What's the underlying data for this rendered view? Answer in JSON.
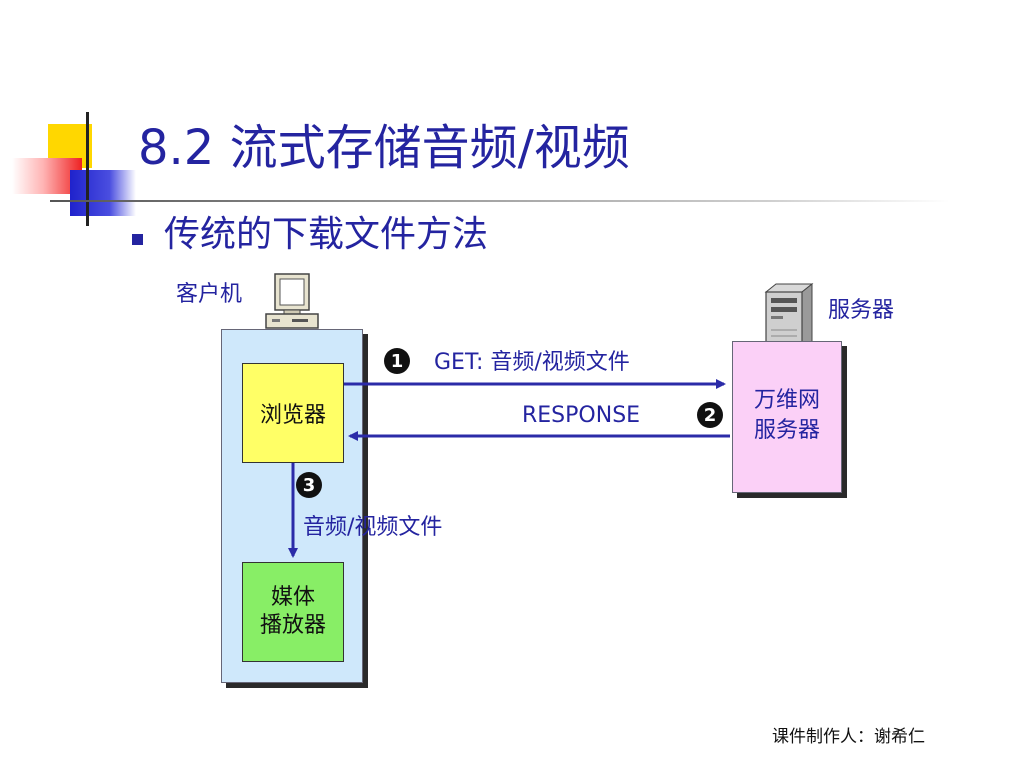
{
  "slide": {
    "title": "8.2  流式存储音频/视频",
    "bullet": "传统的下载文件方法",
    "footer": "课件制作人：谢希仁"
  },
  "diagram": {
    "client_label": "客户机",
    "server_label": "服务器",
    "browser_label": "浏览器",
    "player_label_line1": "媒体",
    "player_label_line2": "播放器",
    "web_server_line1": "万维网",
    "web_server_line2": "服务器",
    "step1_number": "1",
    "step1_label": "GET: 音频/视频文件",
    "step2_number": "2",
    "step2_label": "RESPONSE",
    "step3_number": "3",
    "step3_label": "音频/视频文件",
    "colors": {
      "text_blue": "#2424a0",
      "arrow_blue": "#2b2ba8",
      "client_fill": "#cfe8fb",
      "server_fill": "#fbd0f7",
      "browser_fill": "#ffff66",
      "player_fill": "#88ee66"
    }
  }
}
